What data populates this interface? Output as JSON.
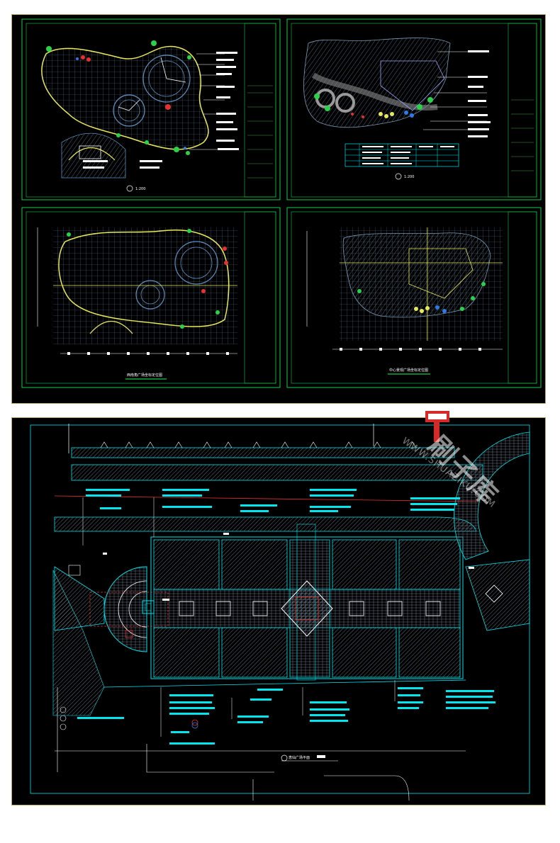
{
  "sheets": {
    "sheet1": {
      "scale": "1:200"
    },
    "sheet2": {
      "scale": "1:200"
    },
    "sheet3": {
      "caption": "西南角广场坐标定位图"
    },
    "sheet4": {
      "caption": "中心景观广场坐标定位图"
    },
    "sheet5": {
      "caption": "恵仙广场平面"
    }
  },
  "watermark": {
    "brand": "刷子库",
    "url": "WWW.SHUAZIKU.COM"
  },
  "colors": {
    "frame": "#b9a96a",
    "cyan": "#00e5ee",
    "green": "#18c84a",
    "yellow": "#e8e85a",
    "red": "#e83030",
    "grid": "#5a7a9a",
    "hatch": "#7e8c9c"
  }
}
